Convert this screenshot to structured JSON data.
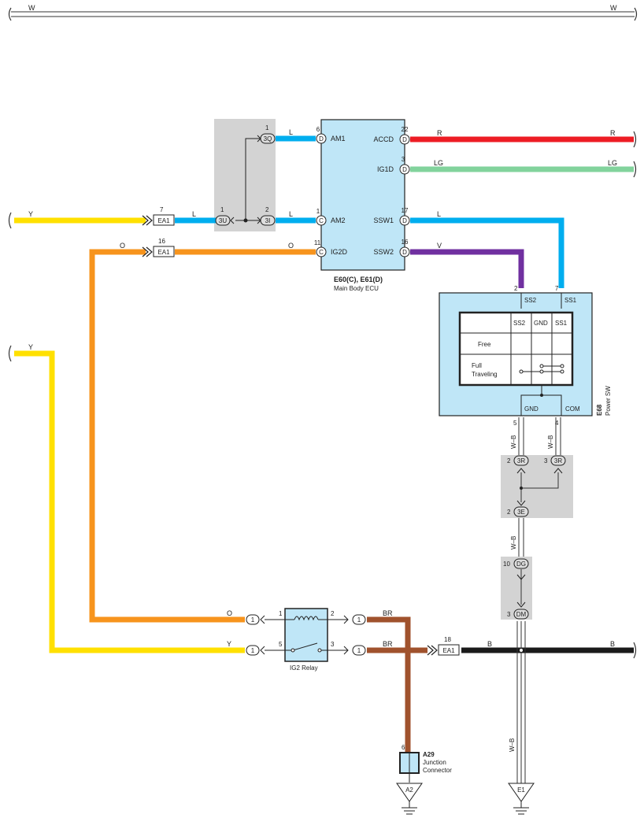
{
  "wire_colors": {
    "W": "#ffffff",
    "Y": "#ffe000",
    "L": "#00aeef",
    "O": "#f7941d",
    "R": "#ed1c24",
    "LG": "#82d39c",
    "V": "#7030a0",
    "BR": "#a0522d",
    "B": "#1a1a1a",
    "W-B": "#ffffff"
  },
  "accent": {
    "ecu_fill": "#bfe6f7",
    "shade": "#d3d3d3"
  },
  "top_bus": {
    "left_label": "W",
    "right_label": "W"
  },
  "ecu": {
    "name": "E60(C), E61(D)",
    "subtitle": "Main Body ECU",
    "left_pins": [
      {
        "num": "6",
        "conn": "D",
        "name": "AM1"
      },
      {
        "num": "1",
        "conn": "C",
        "name": "AM2"
      },
      {
        "num": "11",
        "conn": "C",
        "name": "IG2D"
      }
    ],
    "right_pins": [
      {
        "num": "22",
        "conn": "D",
        "name": "ACCD"
      },
      {
        "num": "3",
        "conn": "D",
        "name": "IG1D"
      },
      {
        "num": "17",
        "conn": "D",
        "name": "SSW1"
      },
      {
        "num": "16",
        "conn": "D",
        "name": "SSW2"
      }
    ]
  },
  "junction_3": {
    "q": {
      "num": "1",
      "id": "3Q"
    },
    "u": {
      "num": "1",
      "id": "3U"
    },
    "i": {
      "num": "2",
      "id": "3I"
    }
  },
  "wire_labels": {
    "am1_L": "L",
    "am2_L": "L",
    "ea1_L": "L",
    "accd_R1": "R",
    "accd_R2": "R",
    "ig1d_LG1": "LG",
    "ig1d_LG2": "LG",
    "ssw1_L": "L",
    "ssw2_V": "V",
    "y_top": "Y",
    "y_mid": "Y",
    "o_left": "O",
    "o_right": "O",
    "relay_O": "O",
    "relay_Y": "Y",
    "relay_BR1": "BR",
    "relay_BR2": "BR",
    "b_left": "B",
    "b_right": "B",
    "wb1": "W–B",
    "wb2": "W–B",
    "wb3": "W–B",
    "wb4": "W–B"
  },
  "ea1_connectors": [
    {
      "num": "7",
      "id": "EA1"
    },
    {
      "num": "16",
      "id": "EA1"
    },
    {
      "num": "18",
      "id": "EA1"
    }
  ],
  "power_sw": {
    "code": "E68",
    "name": "Power SW",
    "top_pins": [
      {
        "num": "2",
        "name": "SS2"
      },
      {
        "num": "7",
        "name": "SS1"
      }
    ],
    "bottom_pins": [
      {
        "num": "5",
        "name": "GND"
      },
      {
        "num": "4",
        "name": "COM"
      }
    ],
    "table_headers": [
      "SS2",
      "GND",
      "SS1"
    ],
    "rows": [
      "Free",
      "Full",
      "Traveling"
    ]
  },
  "gnd_junctions": {
    "r2": {
      "num": "2",
      "id": "3R"
    },
    "r3": {
      "num": "3",
      "id": "3R"
    },
    "e": {
      "num": "2",
      "id": "3E"
    },
    "dg": {
      "num": "10",
      "id": "DG"
    },
    "dm": {
      "num": "3",
      "id": "DM"
    }
  },
  "relay": {
    "name": "IG2 Relay",
    "pins": [
      "1",
      "2",
      "5",
      "3"
    ],
    "conn_labels": [
      "1",
      "1",
      "1",
      "1"
    ]
  },
  "junction_connector": {
    "code": "A29",
    "line1": "Junction",
    "line2": "Connector",
    "pin": "6"
  },
  "grounds": {
    "a2": "A2",
    "e1": "E1"
  }
}
